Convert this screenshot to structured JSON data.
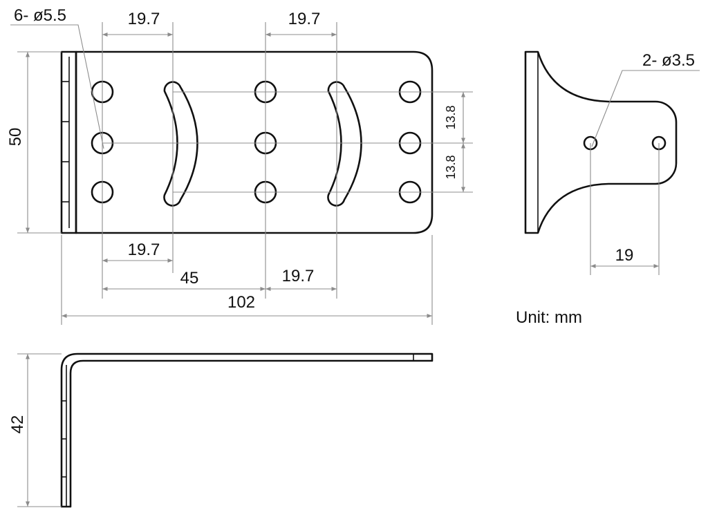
{
  "diagram": {
    "labels": {
      "holes_large": "6- ø5.5",
      "holes_small": "2- ø3.5",
      "unit": "Unit: mm"
    },
    "dimensions": {
      "top_left_spacing": "19.7",
      "top_right_spacing": "19.7",
      "height": "50",
      "row_spacing_upper": "13.8",
      "row_spacing_lower": "13.8",
      "bottom_left_spacing": "19.7",
      "center_distance": "45",
      "bottom_right_spacing": "19.7",
      "overall_length": "102",
      "side_hole_spacing": "19",
      "side_height": "42"
    },
    "colors": {
      "outline": "#111111",
      "dimension_line": "#8c8c8c",
      "background": "#ffffff"
    }
  }
}
